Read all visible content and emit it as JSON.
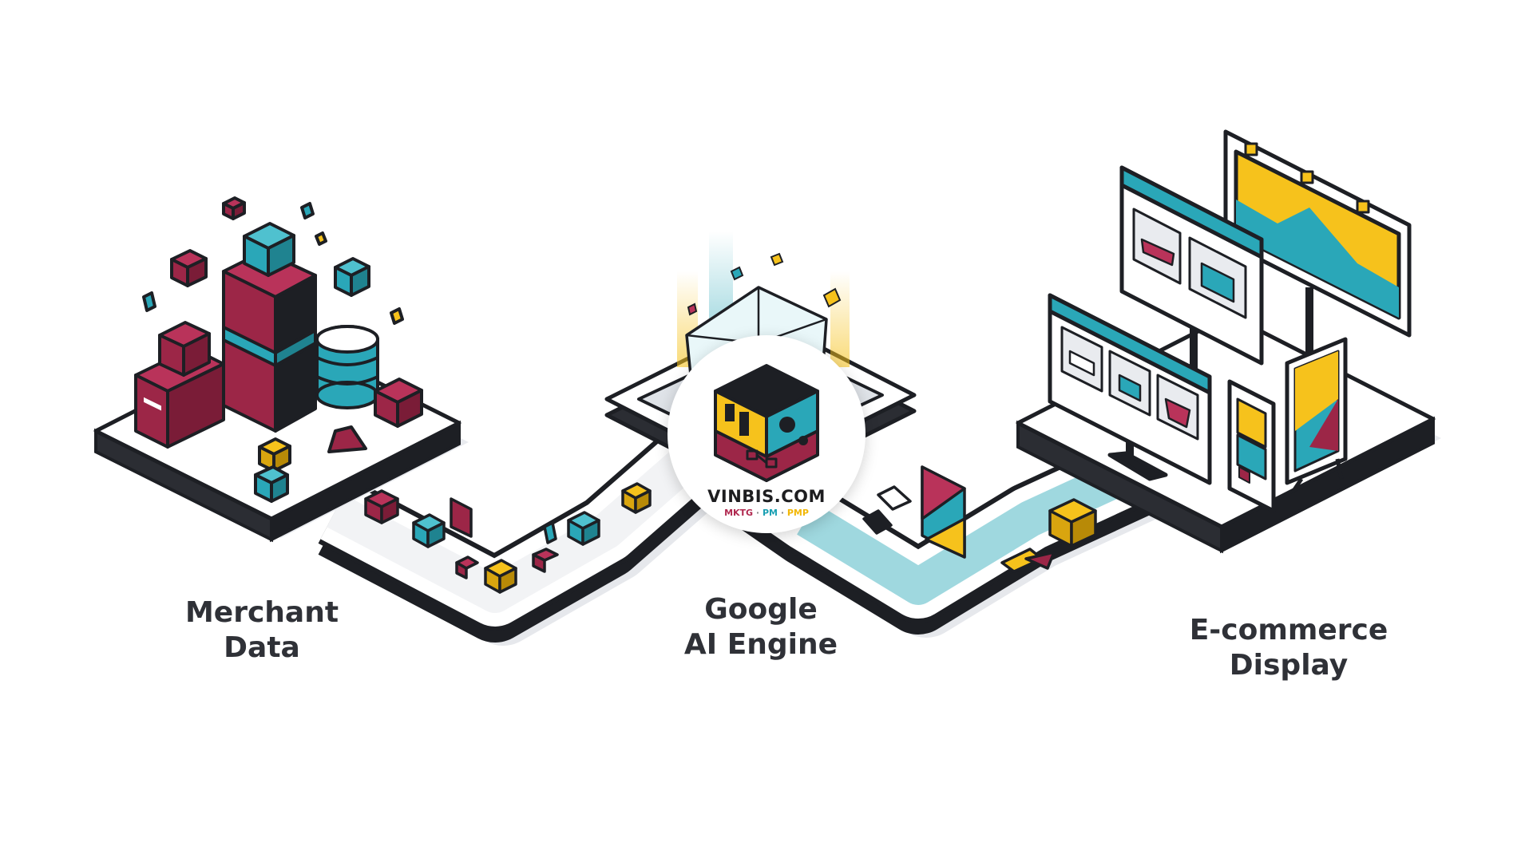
{
  "stages": [
    {
      "line1": "Merchant",
      "line2": "Data"
    },
    {
      "line1": "Google",
      "line2": "AI Engine"
    },
    {
      "line1": "E-commerce",
      "line2": "Display"
    }
  ],
  "logo": {
    "name": "VINBIS.COM",
    "tags": [
      "MKTG",
      "PM",
      "PMP"
    ],
    "separator": "·"
  },
  "colors": {
    "maroon": "#9c2647",
    "teal": "#2aa7b8",
    "yellow": "#f6c21c",
    "outline": "#1d1f24",
    "platform": "#ffffff",
    "platform_side": "#2b2d33"
  }
}
